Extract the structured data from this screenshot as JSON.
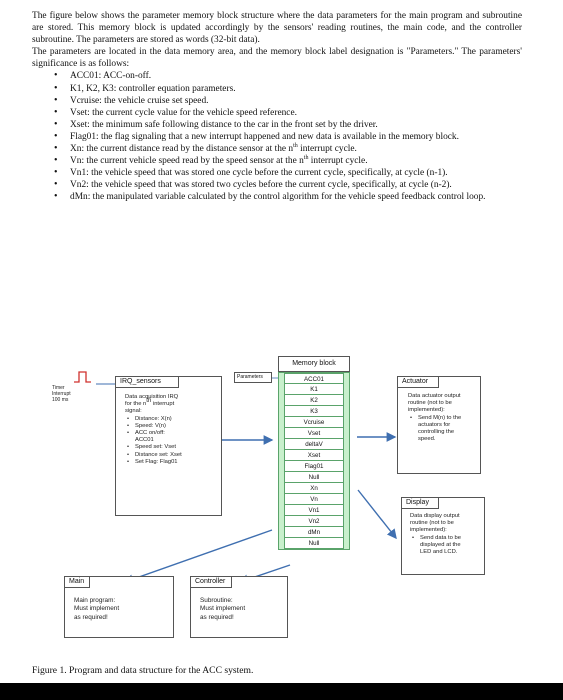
{
  "intro": {
    "para1": "The figure below shows the parameter memory block structure where the data parameters for the main program and subroutine are stored. This memory block is updated accordingly by the sensors' reading routines, the main code, and the controller subroutine. The parameters are stored as words (32-bit data).",
    "para2": "The parameters are located in the data memory area, and the memory block label designation is \"Parameters.\" The parameters' significance is as follows:",
    "bullets": [
      "ACC01: ACC-on-off.",
      "K1, K2, K3: controller equation parameters.",
      "Vcruise: the vehicle cruise set speed.",
      "Vset: the current cycle value for the vehicle speed reference.",
      "Xset: the minimum safe following distance to the car in the front set by the driver.",
      "Flag01: the flag signaling that a new interrupt happened and new data is available in the memory block.",
      "Vn1: the vehicle speed that was stored one cycle before the current cycle, specifically, at cycle (n-1).",
      "Vn2: the vehicle speed that was stored two cycles before the current cycle, specifically, at cycle (n-2).",
      "dMn: the manipulated variable calculated by the control algorithm for the vehicle speed feedback control loop."
    ],
    "xn_pre": "Xn: the current distance read by the distance sensor at the n",
    "xn_sup": "th",
    "xn_post": " interrupt cycle.",
    "vn_pre": "Vn: the current vehicle speed read by the speed sensor at the n",
    "vn_sup": "th",
    "vn_post": " interrupt cycle."
  },
  "diagram": {
    "timer": [
      "Timer",
      "Interrupt",
      "100 ms"
    ],
    "irq_header": "IRQ_sensors",
    "irq_lines": [
      "Data acquisition IRQ",
      "for the n",
      "th",
      " interrupt",
      "signal:"
    ],
    "irq_bullets": [
      "Distance: X(n)",
      "Speed: V(n)",
      "ACC on/off:",
      "Speed set: Vset",
      "Distance set: Xset",
      "Set Flag: Flag01"
    ],
    "irq_acc": "ACC01",
    "params_tag": "Parameters",
    "memory_title": "Memory block",
    "memory_cells": [
      "ACC01",
      "K1",
      "K2",
      "K3",
      "Vcruise",
      "Vset",
      "deltaV",
      "Xset",
      "Flag01",
      "Null",
      "Xn",
      "Vn",
      "Vn1",
      "Vn2",
      "dMn",
      "Null"
    ],
    "actuator_header": "Actuator",
    "actuator_text": [
      "Data actuator output",
      "routine (not to be",
      "implemented):"
    ],
    "actuator_bullet": [
      "Send M(n) to the",
      "actuators for",
      "controlling the",
      "speed."
    ],
    "display_header": "Display",
    "display_text": [
      "Data display output",
      "routine (not to be",
      "implemented):"
    ],
    "display_bullet": [
      "Send data to be",
      "displayed at the",
      "LED and LCD."
    ],
    "main_header": "Main",
    "main_text": [
      "Main program:",
      "Must implement",
      "as required!"
    ],
    "controller_header": "Controller",
    "controller_text": [
      "Subroutine:",
      "Must implement",
      "as required!"
    ]
  },
  "caption": "Figure 1. Program and data structure for the ACC system."
}
